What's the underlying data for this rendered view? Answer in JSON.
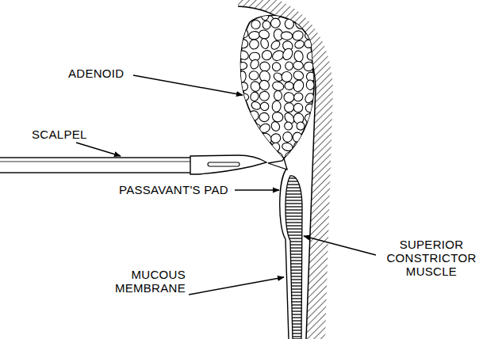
{
  "diagram": {
    "labels": [
      "ADENOID",
      "SCALPEL",
      "PASSAVANT'S PAD",
      "SUPERIOR CONSTRICTOR MUSCLE",
      "MUCOUS MEMBRANE"
    ]
  }
}
